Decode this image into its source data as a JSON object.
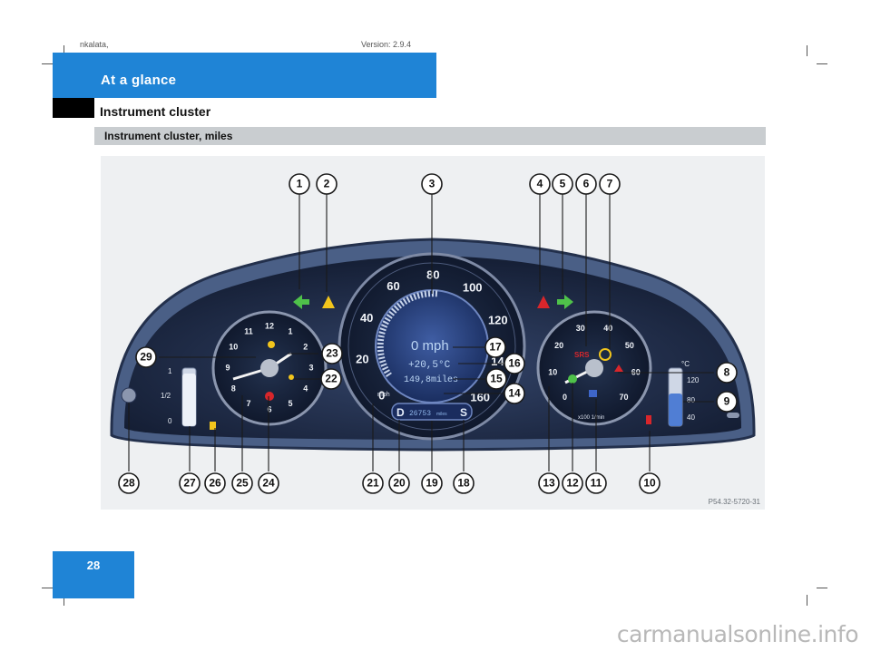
{
  "header": {
    "chapter": "At a glance",
    "section": "Instrument cluster",
    "trunc_left": "nkalata,",
    "trunc_right": "Version: 2.9.4"
  },
  "figure": {
    "caption": "Instrument cluster, miles",
    "reference": "P54.32-5720-31",
    "callouts": [
      "1",
      "2",
      "3",
      "4",
      "5",
      "6",
      "7",
      "8",
      "9",
      "10",
      "11",
      "12",
      "13",
      "14",
      "15",
      "16",
      "17",
      "18",
      "19",
      "20",
      "21",
      "22",
      "23",
      "24",
      "25",
      "26",
      "27",
      "28",
      "29"
    ],
    "speedometer": {
      "ticks": [
        "0",
        "20",
        "40",
        "60",
        "80",
        "100",
        "120",
        "140",
        "160"
      ],
      "unit": "mph",
      "display_speed": "0 mph",
      "display_temp": "+20,5°C",
      "display_trip": "149,8miles",
      "odometer": "26753",
      "odometer_unit": "miles",
      "gear_left": "D",
      "gear_right": "S"
    },
    "clock": {
      "ticks": [
        "12",
        "1",
        "2",
        "3",
        "4",
        "5",
        "6",
        "7",
        "8",
        "9",
        "10",
        "11"
      ]
    },
    "tachometer": {
      "ticks": [
        "0",
        "10",
        "20",
        "30",
        "40",
        "50",
        "60",
        "70"
      ],
      "unit": "x100 1/min",
      "srs_label": "SRS"
    },
    "fuel_gauge": {
      "ticks": [
        "1",
        "1/2",
        "0"
      ]
    },
    "temp_gauge": {
      "ticks": [
        "120",
        "80",
        "40"
      ],
      "unit": "°C"
    },
    "colors": {
      "accent_blue": "#1f84d6",
      "panel_dark": "#1c2a45",
      "display_blue": "#7fb4e6",
      "turn_green": "#4fc24a",
      "warning_red": "#d8262b",
      "warning_yellow": "#f2c51c"
    }
  },
  "page": {
    "number": "28"
  },
  "watermark": "carmanualsonline.info"
}
